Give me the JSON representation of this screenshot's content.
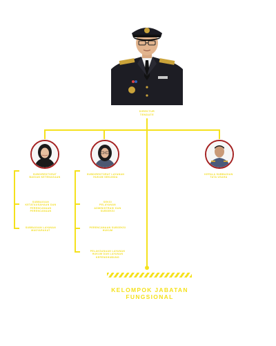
{
  "top": {
    "title_line1": "DIREKTUR",
    "title_line2": "TENDATE"
  },
  "branches": [
    {
      "name_line1": "SUBDIREKTORAT",
      "name_line2": "BAGIAN KETENAGAAN",
      "children": [
        {
          "line1": "SUBBAGIAN",
          "line2": "KETATAUSAHAAN DAN",
          "line3": "PERENCANAAN",
          "line4": "PERENCANAAN"
        },
        {
          "line1": "SUBBAGIAN LAYANAN",
          "line2": "MASYARAKAT"
        }
      ]
    },
    {
      "name_line1": "SUBDIREKTORAT LAYANAN",
      "name_line2": "HUKUM SEKUNDA",
      "children": [
        {
          "line1": "SEKSI",
          "line2": "PELAYANAN",
          "line3": "ADMINISTRASI DAN",
          "line4": "SUBSEKSI"
        },
        {
          "line1": "PERENCANAAN SUBSEKSI",
          "line2": "HUKUM"
        },
        {
          "line1": "PELAKSANAAN LAYANAN",
          "line2": "HUKUM DAN LAYANAN",
          "line3": "KEPENGHUBUNG"
        }
      ]
    },
    {
      "name_line1": "KEPALA SUBBAGIAN",
      "name_line2": "TATA USAHA",
      "children": []
    }
  ],
  "footer": {
    "line1": "KELOMPOK JABATAN",
    "line2": "FUNGSIONAL"
  },
  "colors": {
    "accent": "#f5e11c",
    "portrait_ring": "#a52121",
    "uniform": "#1d1d24"
  }
}
